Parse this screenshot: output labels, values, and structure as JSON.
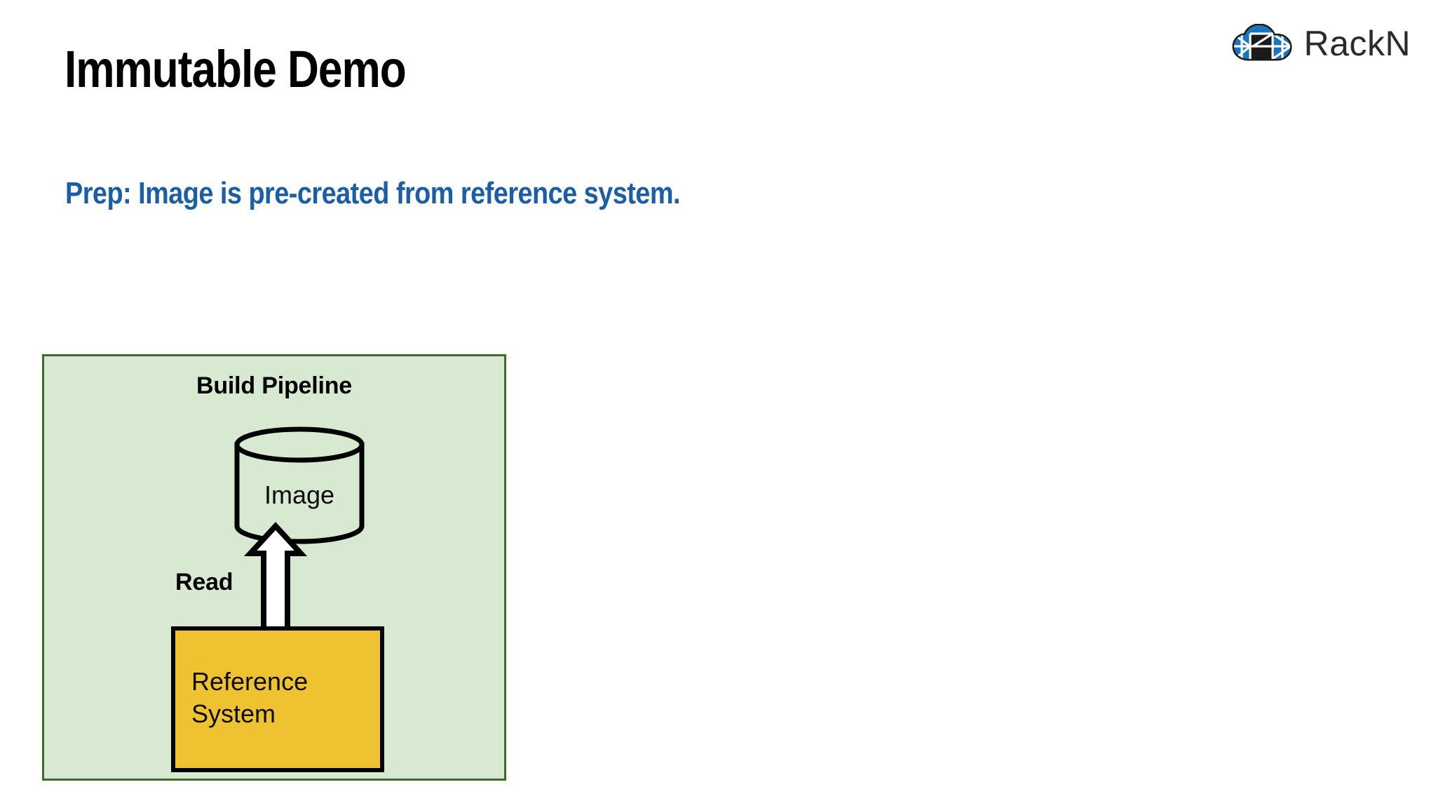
{
  "slide": {
    "title": "Immutable Demo",
    "subtitle": "Prep: Image is pre-created from reference system.",
    "title_color": "#000000",
    "subtitle_color": "#1b5ea6",
    "background_color": "#ffffff"
  },
  "logo": {
    "wordmark": "RackN",
    "mark_name": "rackn-cloud-icon",
    "mark_blue": "#1b74bc",
    "mark_dark": "#1a1a1a",
    "wordmark_color": "#2b2b2b"
  },
  "diagram": {
    "panel_label": "Build Pipeline",
    "panel_fill": "#d8e9d1",
    "panel_border": "#3f6b2a",
    "nodes": [
      {
        "id": "image-store",
        "shape": "cylinder",
        "label": "Image",
        "fill": "#d8e9d1",
        "stroke": "#000000"
      },
      {
        "id": "reference-system",
        "shape": "rectangle",
        "label": "Reference\nSystem",
        "fill": "#efc231",
        "stroke": "#000000"
      }
    ],
    "edges": [
      {
        "id": "read-edge",
        "label": "Read",
        "from": "reference-system",
        "to": "image-store",
        "direction": "up",
        "style": "block-arrow",
        "fill": "#ffffff",
        "stroke": "#000000"
      }
    ]
  }
}
